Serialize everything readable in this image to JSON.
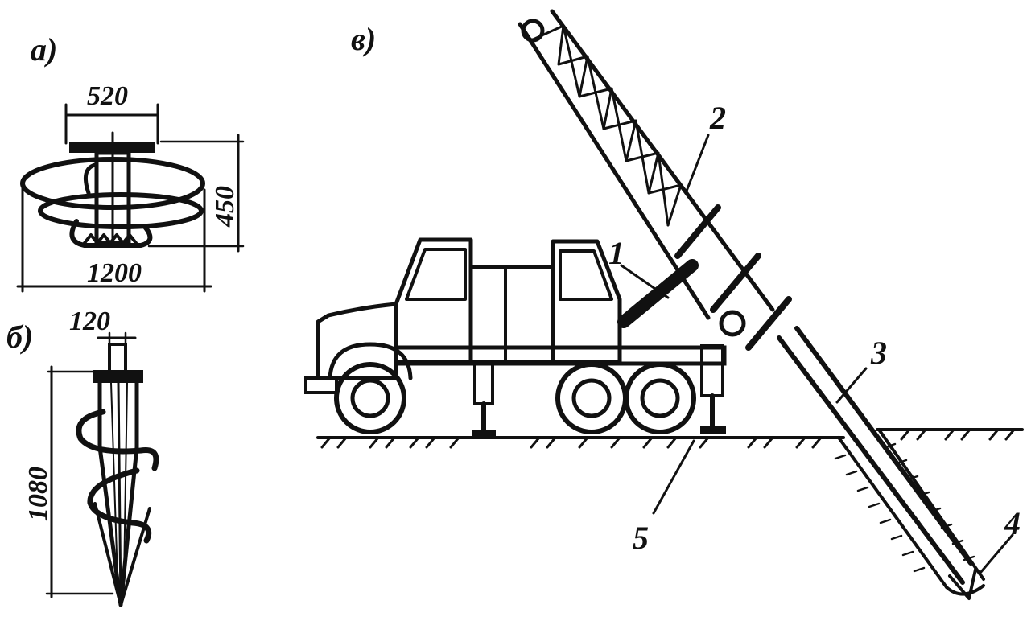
{
  "panels": {
    "a": {
      "label": "а)"
    },
    "b": {
      "label": "б)"
    },
    "v": {
      "label": "в)"
    }
  },
  "dimensions": {
    "auger_top_width": "520",
    "auger_height": "450",
    "auger_diameter": "1200",
    "drill_shaft_width": "120",
    "drill_length": "1080"
  },
  "callouts": {
    "p1": "1",
    "p2": "2",
    "p3": "3",
    "p4": "4",
    "p5": "5"
  },
  "colors": {
    "ink": "#111111",
    "paper": "#ffffff"
  }
}
